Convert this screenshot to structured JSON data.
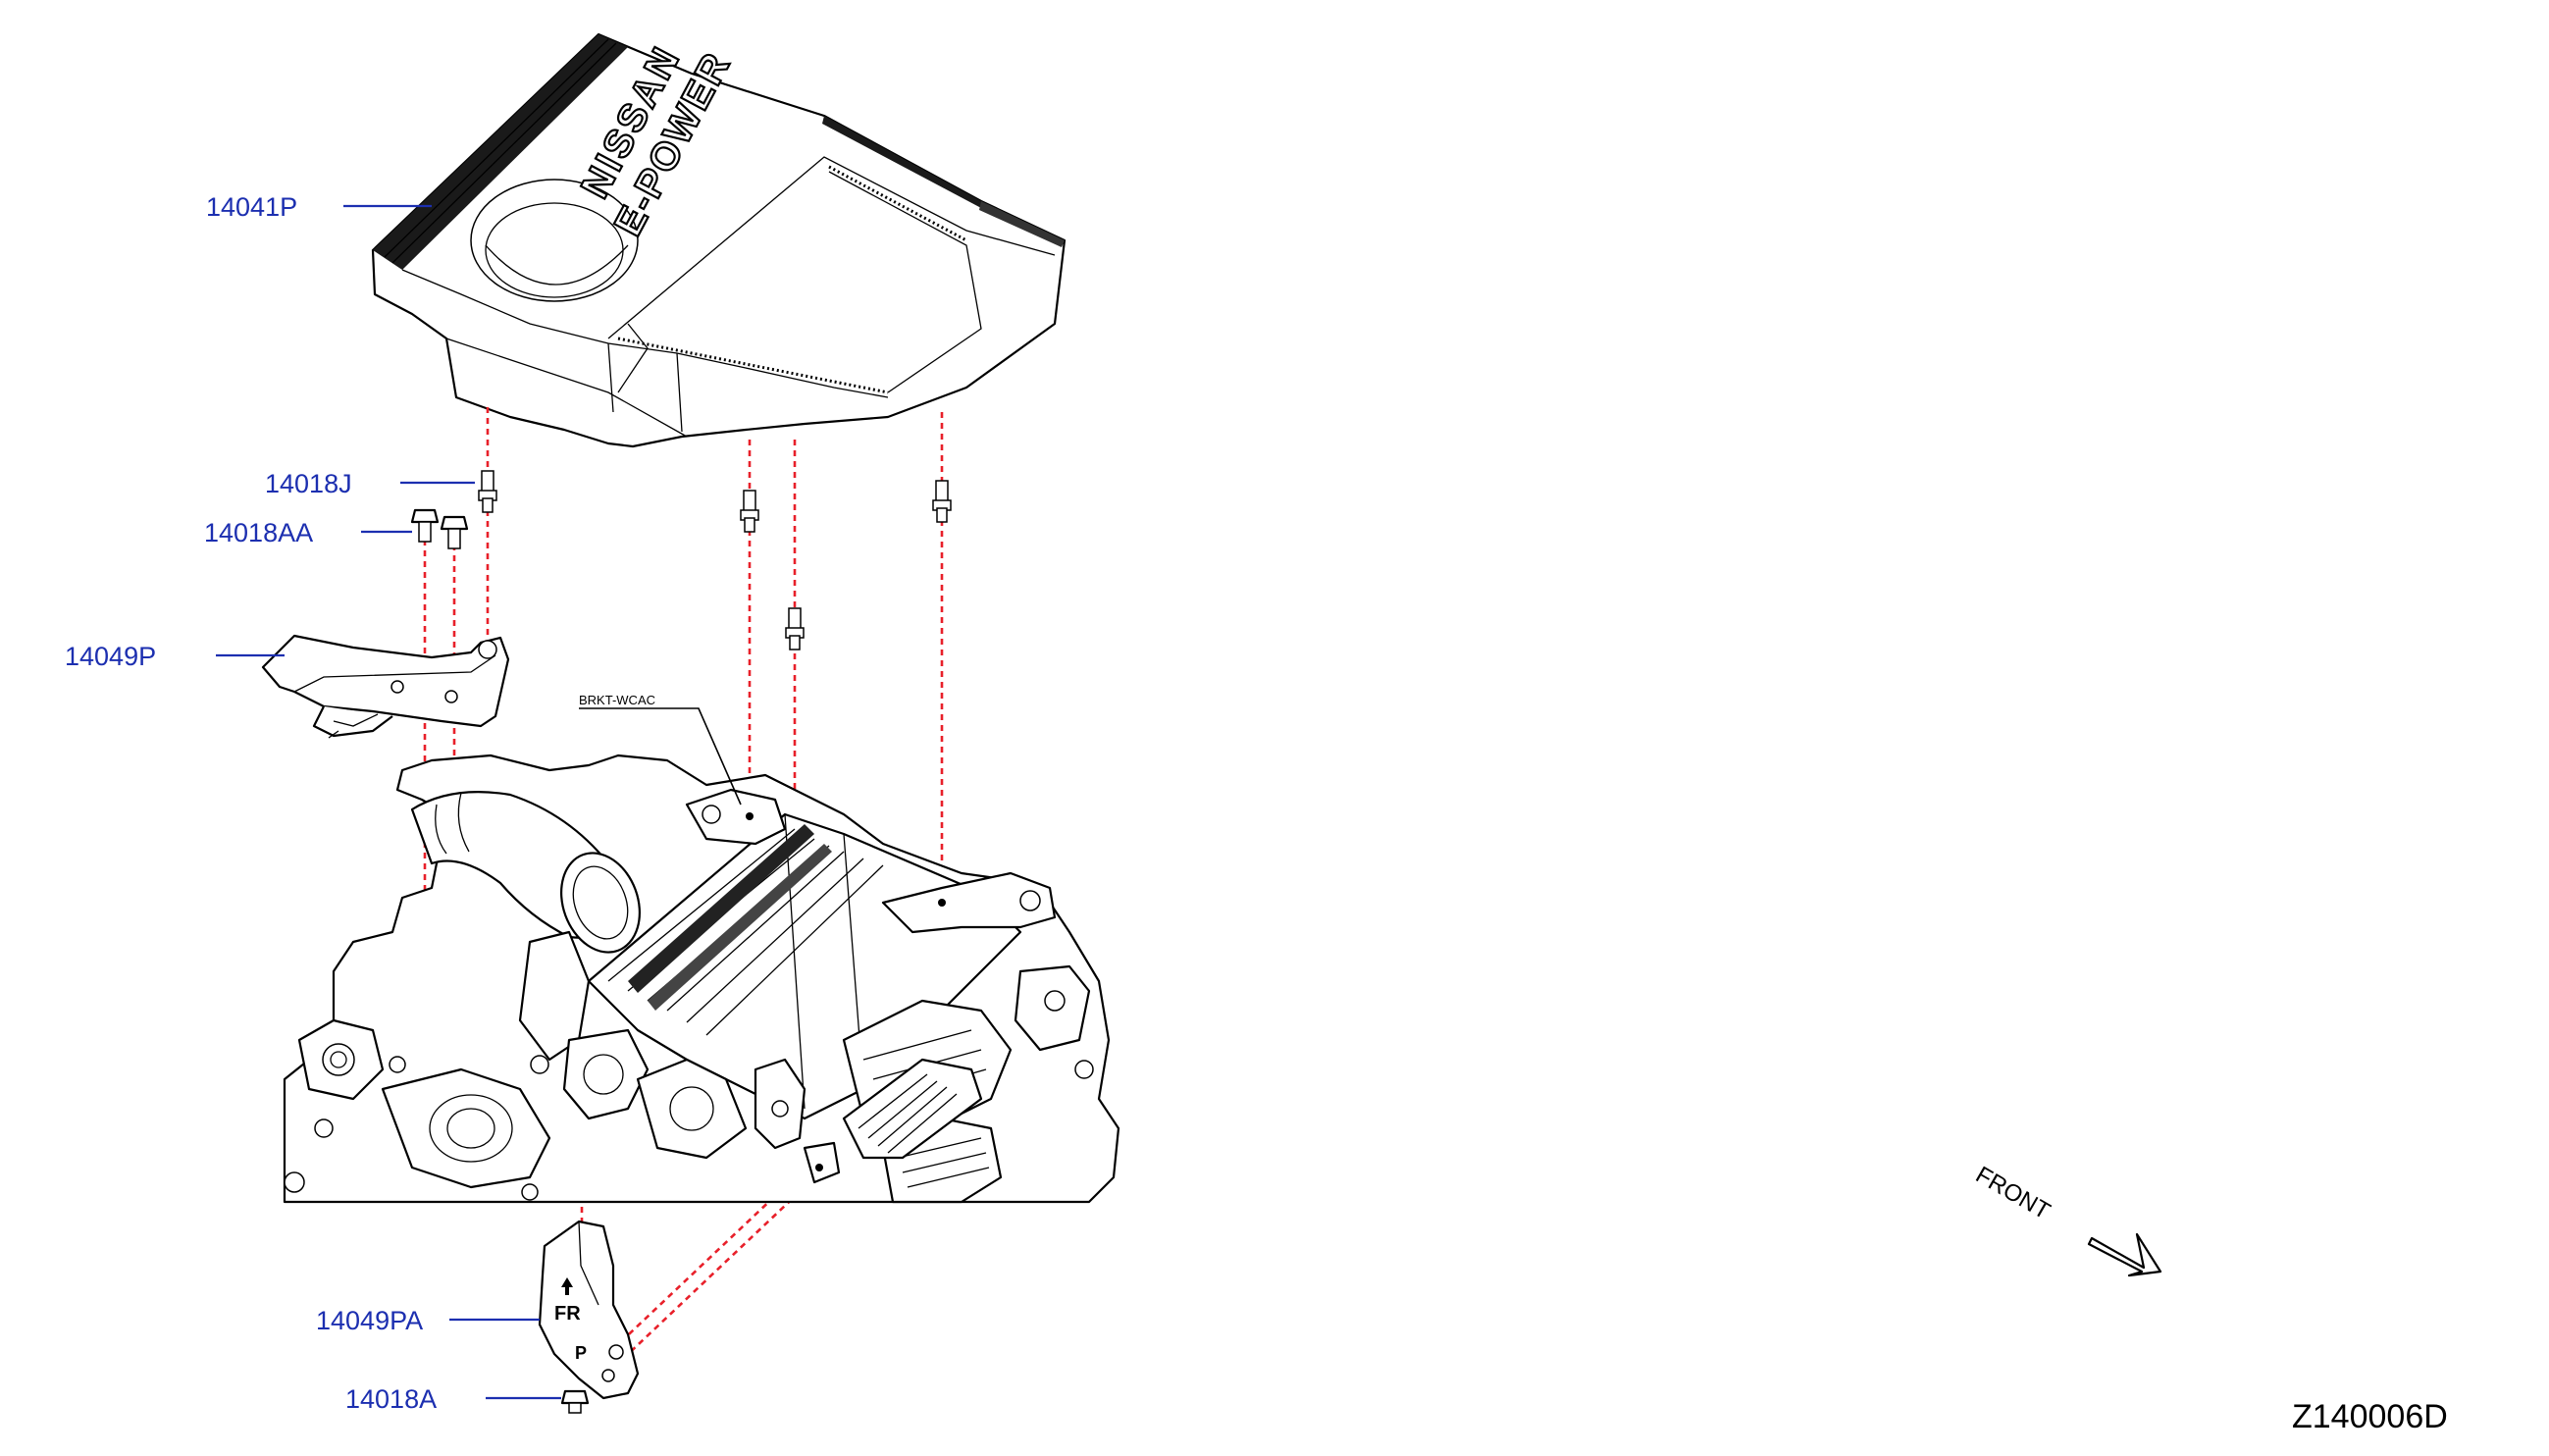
{
  "diagram_id": "Z140006D",
  "direction_label": "FRONT",
  "part_labels": {
    "engine_cover": "14041P",
    "stud_top": "14018J",
    "bolt_pair": "14018AA",
    "bracket_upper": "14049P",
    "bracket_lower": "14049PA",
    "bolt_lower": "14018A",
    "bracket_wcac": "BRKT-WCAC"
  },
  "cover_logo": {
    "line1": "NISSAN",
    "line2": "E-POWER"
  },
  "bracket_markings": {
    "fr": "FR",
    "p": "P"
  },
  "colors": {
    "callout_text": "#1c2fb0",
    "dashed_guide": "#e8202a",
    "line_art": "#000000"
  }
}
